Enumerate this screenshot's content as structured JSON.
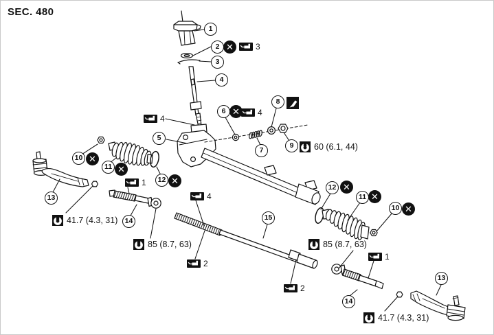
{
  "section": {
    "label": "SEC. 480"
  },
  "icons": {
    "non_reusable_mark": "✕"
  },
  "callouts": {
    "n1": "1",
    "n2": "2",
    "n3": "3",
    "n4": "4",
    "n5": "5",
    "n6": "6",
    "n7": "7",
    "n8": "8",
    "n9": "9",
    "n10": "10",
    "n11": "11",
    "n12": "12",
    "n13": "13",
    "n14": "14",
    "n15": "15"
  },
  "grease_points": {
    "p1": "1",
    "p2": "2",
    "p3": "3",
    "p4": "4"
  },
  "torque_specs": {
    "adjusting_cover_lock_nut": "60 (6.1, 44)",
    "tie_rod_end_lock_nut": "41.7 (4.3, 31)",
    "tie_rod_inner_socket": "85 (8.7, 63)"
  },
  "colors": {
    "ink": "#111111",
    "paper": "#ffffff"
  }
}
